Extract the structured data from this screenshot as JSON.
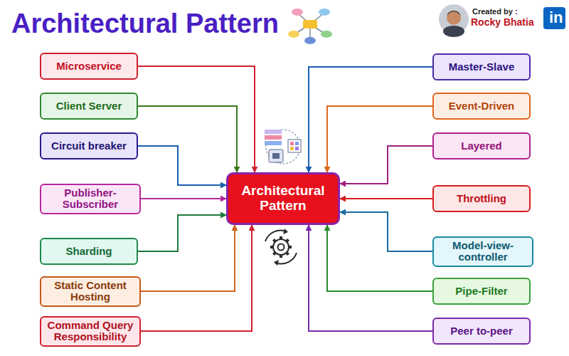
{
  "diagram": {
    "title": "Architectural Pattern",
    "nodes": [
      {
        "text": [
          "Microservice"
        ]
      },
      {
        "text": [
          "Master-Slave"
        ]
      },
      {
        "text": [
          "Client Server"
        ]
      },
      {
        "text": [
          "Event-Driven"
        ]
      },
      {
        "text": [
          "Circuit breaker"
        ]
      },
      {
        "text": [
          "Layered"
        ]
      },
      {
        "text": [
          "Publisher-Subscriber"
        ]
      },
      {
        "text": [
          "Architectural Pattern"
        ]
      },
      {
        "text": [
          "Throttling"
        ]
      },
      {
        "text": [
          "Sharding"
        ]
      },
      {
        "text": [
          "Model-view-controller"
        ]
      },
      {
        "text": [
          "Static Content Hosting"
        ]
      },
      {
        "text": [
          "Pipe-Filter"
        ]
      },
      {
        "text": [
          "Command Query Responsibility"
        ]
      },
      {
        "text": [
          "Peer to-peer"
        ]
      }
    ],
    "edges": [
      {
        "from": 0,
        "to": 7,
        "arrow": "to"
      },
      {
        "from": 1,
        "to": 7,
        "arrow": "to"
      },
      {
        "from": 2,
        "to": 7,
        "arrow": "to"
      },
      {
        "from": 3,
        "to": 7,
        "arrow": "to"
      },
      {
        "from": 4,
        "to": 7,
        "arrow": "to"
      },
      {
        "from": 5,
        "to": 7,
        "arrow": "to"
      },
      {
        "from": 6,
        "to": 7,
        "arrow": "to"
      },
      {
        "from": 8,
        "to": 7,
        "arrow": "to"
      },
      {
        "from": 9,
        "to": 7,
        "arrow": "to"
      },
      {
        "from": 10,
        "to": 7,
        "arrow": "to"
      },
      {
        "from": 11,
        "to": 7,
        "arrow": "to"
      },
      {
        "from": 12,
        "to": 7,
        "arrow": "to"
      },
      {
        "from": 13,
        "to": 7,
        "arrow": "to"
      },
      {
        "from": 14,
        "to": 7,
        "arrow": "to"
      }
    ],
    "labels": [
      "Created by :",
      "Rocky Bhatia",
      "in"
    ]
  }
}
